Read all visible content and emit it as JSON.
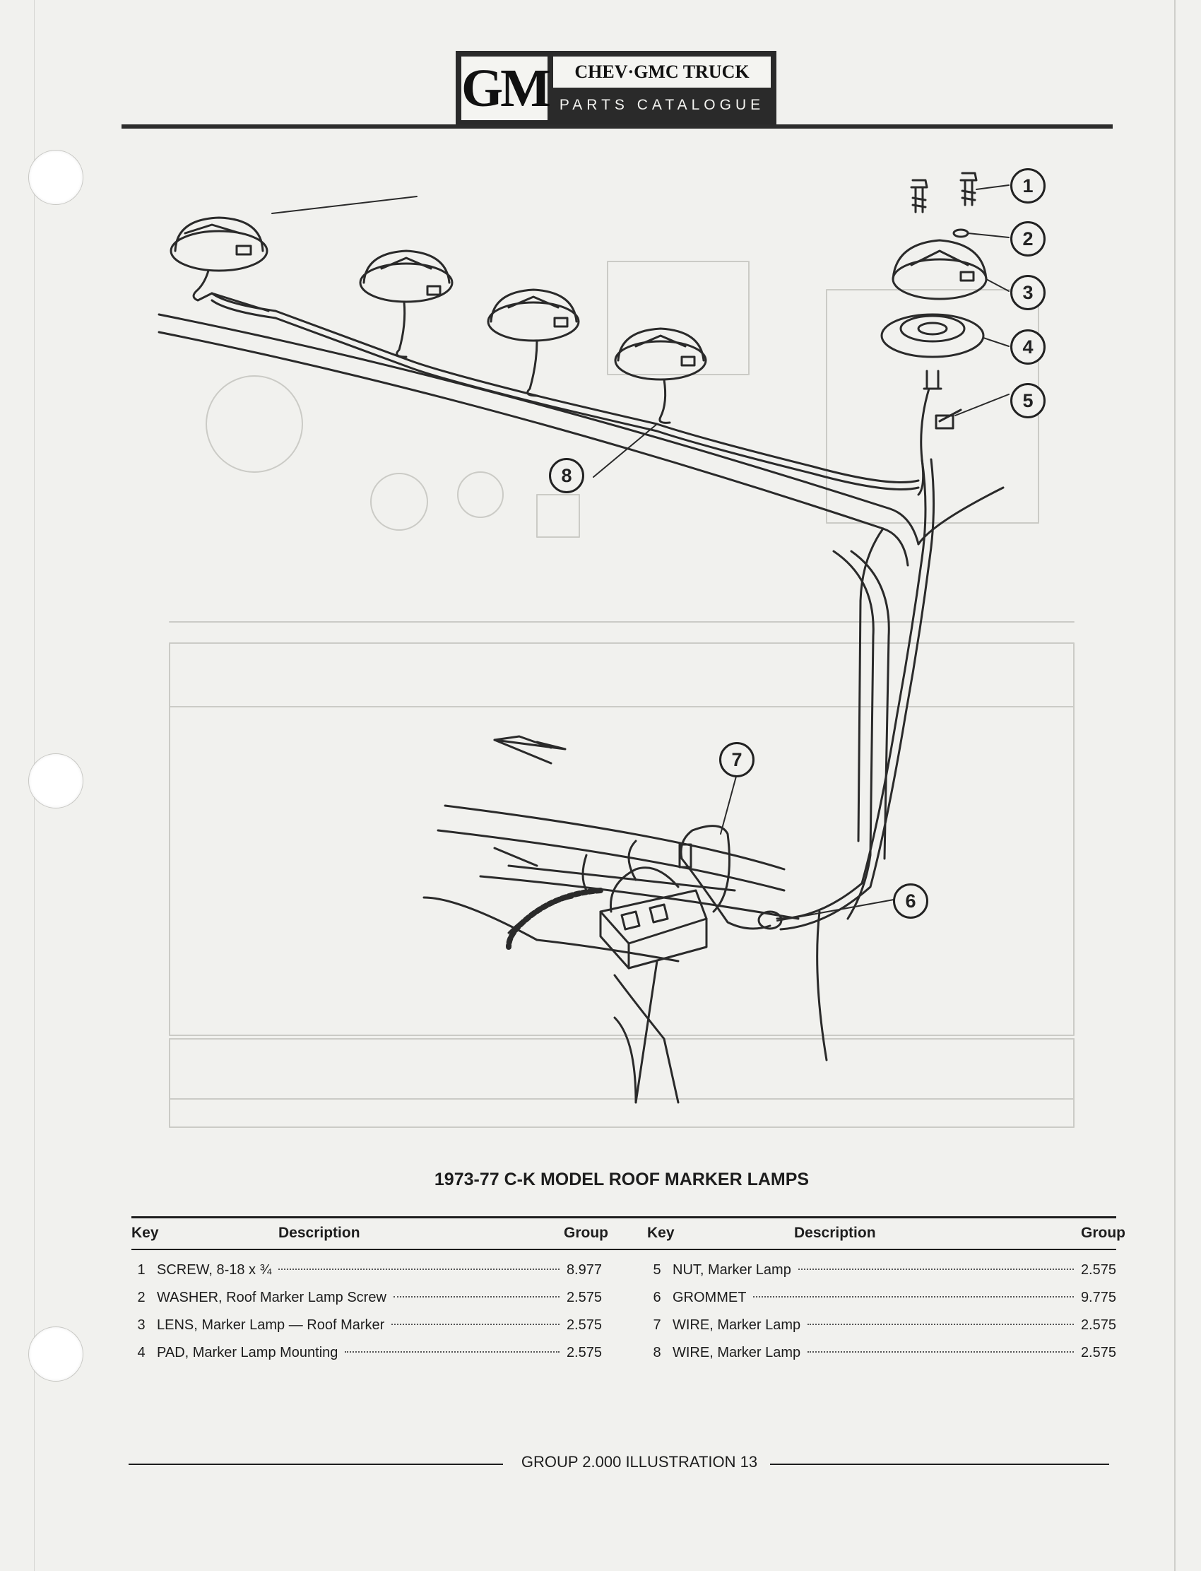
{
  "header": {
    "logo_mark": "GM",
    "logo_line1": "CHEV·GMC TRUCK",
    "logo_line2": "PARTS CATALOGUE"
  },
  "callouts": [
    "1",
    "2",
    "3",
    "4",
    "5",
    "6",
    "7",
    "8"
  ],
  "caption": "1973-77 C-K MODEL ROOF MARKER LAMPS",
  "table": {
    "col_key": "Key",
    "col_description": "Description",
    "col_group": "Group",
    "left": [
      {
        "key": "1",
        "description": "SCREW, 8-18 x ¾",
        "group": "8.977"
      },
      {
        "key": "2",
        "description": "WASHER, Roof Marker Lamp Screw",
        "group": "2.575"
      },
      {
        "key": "3",
        "description": "LENS, Marker Lamp — Roof Marker",
        "group": "2.575"
      },
      {
        "key": "4",
        "description": "PAD, Marker Lamp Mounting",
        "group": "2.575"
      }
    ],
    "right": [
      {
        "key": "5",
        "description": "NUT, Marker Lamp",
        "group": "2.575"
      },
      {
        "key": "6",
        "description": "GROMMET",
        "group": "9.775"
      },
      {
        "key": "7",
        "description": "WIRE, Marker Lamp",
        "group": "2.575"
      },
      {
        "key": "8",
        "description": "WIRE, Marker Lamp",
        "group": "2.575"
      }
    ]
  },
  "footer": "GROUP 2.000 ILLUSTRATION 13"
}
